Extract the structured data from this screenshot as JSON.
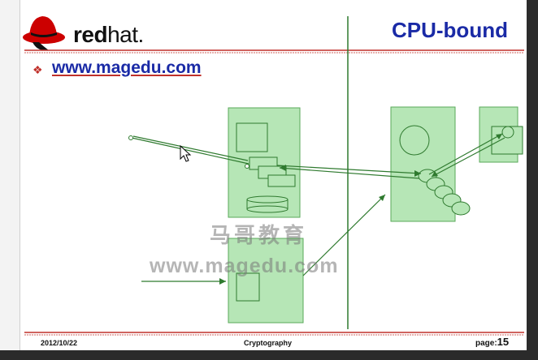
{
  "logo": {
    "text_bold": "red",
    "text_regular": "hat."
  },
  "title": "CPU-bound",
  "bullet": {
    "icon": "diamond-bullet-icon",
    "link_text": "www.magedu.com"
  },
  "watermark": {
    "chinese": "马哥教育",
    "url": "www.magedu.com"
  },
  "footer": {
    "date": "2012/10/22",
    "center": "Cryptography",
    "page_label": "page:",
    "page_number": "15"
  },
  "colors": {
    "box_fill": "#b6e6b6",
    "box_stroke": "#5aa85a",
    "line": "#2f7a2f",
    "title": "#1a2aa6",
    "rule": "#c0302a"
  }
}
